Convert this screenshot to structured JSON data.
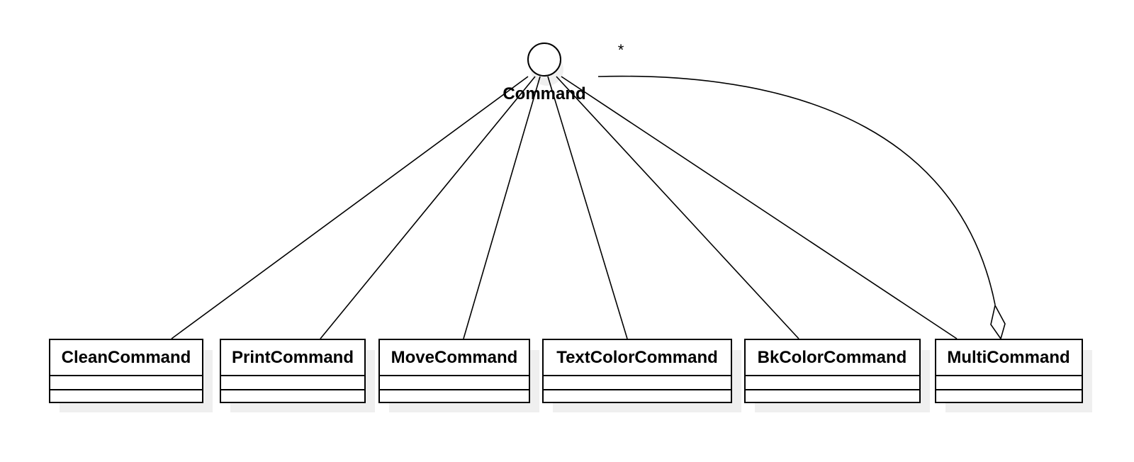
{
  "interface": {
    "name": "Command"
  },
  "classes": [
    {
      "id": "clean",
      "name": "CleanCommand"
    },
    {
      "id": "print",
      "name": "PrintCommand"
    },
    {
      "id": "move",
      "name": "MoveCommand"
    },
    {
      "id": "textcolor",
      "name": "TextColorCommand"
    },
    {
      "id": "bkcolor",
      "name": "BkColorCommand"
    },
    {
      "id": "multi",
      "name": "MultiCommand"
    }
  ],
  "relations": {
    "realization": [
      {
        "from": "clean",
        "to": "Command"
      },
      {
        "from": "print",
        "to": "Command"
      },
      {
        "from": "move",
        "to": "Command"
      },
      {
        "from": "textcolor",
        "to": "Command"
      },
      {
        "from": "bkcolor",
        "to": "Command"
      },
      {
        "from": "multi",
        "to": "Command"
      }
    ],
    "aggregation": {
      "whole": "multi",
      "part": "Command",
      "multiplicity": "*"
    }
  }
}
